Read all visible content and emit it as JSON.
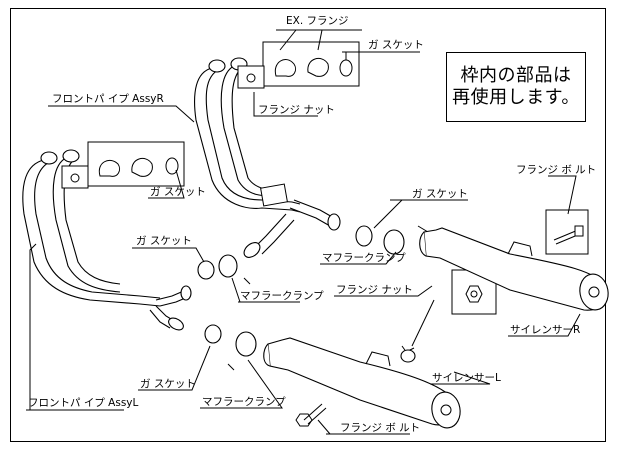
{
  "notice": {
    "line1": "枠内の部品は",
    "line2": "再使用します。"
  },
  "labels": {
    "ex_flange": "EX. フランジ",
    "gasket_top": "ガ スケット",
    "flange_nut_top": "フランジ ナット",
    "front_pipe_r": "フロントパ イプ AssyR",
    "gasket_left": "ガ スケット",
    "gasket_mid": "ガ スケット",
    "gasket_right": "ガ スケット",
    "flange_bolt_r": "フランジ ボ ルト",
    "muffler_clamp_mid": "マフラークランプ",
    "muffler_clamp_right": "マフラークランプ",
    "flange_nut_right": "フランジ ナット",
    "silencer_r": "サイレンサーR",
    "silencer_l": "サイレンサーL",
    "gasket_bottom": "ガ スケット",
    "front_pipe_l": "フロントパ イプ AssyL",
    "muffler_clamp_bottom": "マフラークランプ",
    "flange_bolt_l": "フランジ ボ ルト"
  }
}
